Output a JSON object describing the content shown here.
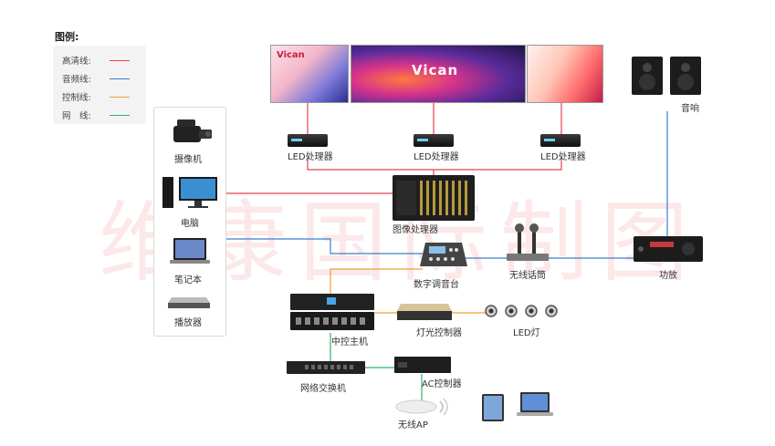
{
  "legend": {
    "title": "图例:",
    "items": [
      {
        "label": "高清线:",
        "color": "#e8414e"
      },
      {
        "label": "音频线:",
        "color": "#3b7fd1"
      },
      {
        "label": "控制线:",
        "color": "#f0a030"
      },
      {
        "label": "网　线:",
        "color": "#2fb36a"
      }
    ]
  },
  "watermark": "维康国际制图",
  "screens": {
    "left_brand": "Vican",
    "center_brand": "Vican"
  },
  "nodes": {
    "led_processor_1": "LED处理器",
    "led_processor_2": "LED处理器",
    "led_processor_3": "LED处理器",
    "speaker": "音响",
    "camera": "摄像机",
    "computer": "电脑",
    "video_processor": "图像处理器",
    "laptop": "笔记本",
    "player": "播放器",
    "mixer": "数字调音台",
    "wireless_mic": "无线话筒",
    "amplifier": "功放",
    "central_control": "中控主机",
    "light_controller": "灯光控制器",
    "led_lights": "LED灯",
    "network_switch": "网络交换机",
    "ac_controller": "AC控制器",
    "wireless_ap": "无线AP"
  },
  "colors": {
    "hd": "#e8414e",
    "audio": "#3b7fd1",
    "control": "#f0a030",
    "network": "#2fb36a"
  }
}
